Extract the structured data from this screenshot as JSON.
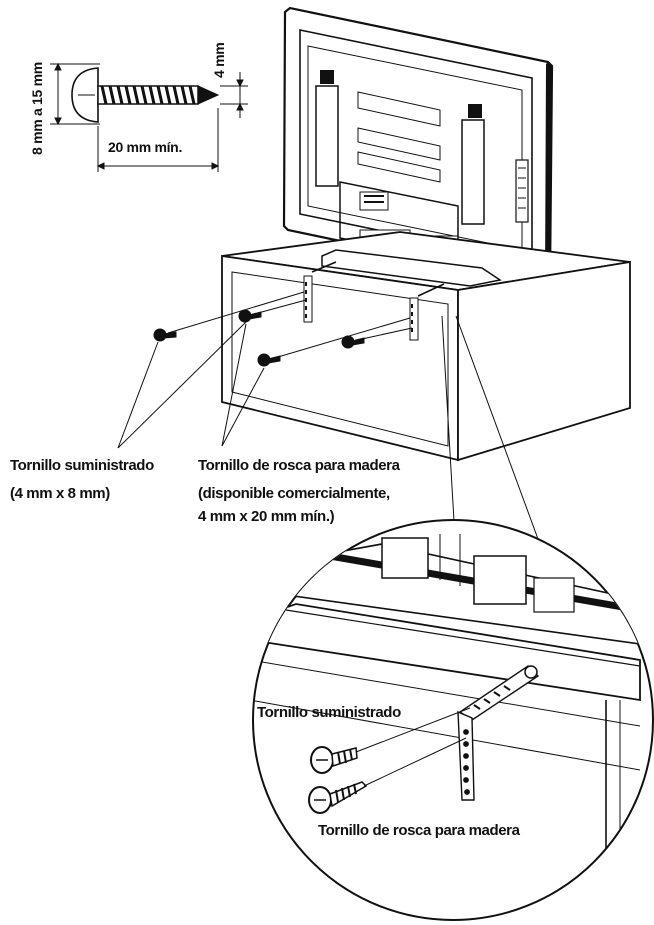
{
  "screw_spec": {
    "length_label": "8 mm a 15 mm",
    "diameter_label": "4 mm",
    "min_length_label": "20 mm mín."
  },
  "callouts": {
    "supplied_screw": {
      "line1": "Tornillo suministrado",
      "line2": "(4 mm x 8 mm)"
    },
    "wood_screw": {
      "line1": "Tornillo de rosca para madera",
      "line2": "(disponible comercialmente,",
      "line3": "4 mm x 20 mm mín.)"
    }
  },
  "detail_view": {
    "supplied_screw": "Tornillo suministrado",
    "wood_screw": "Tornillo de rosca para madera"
  }
}
